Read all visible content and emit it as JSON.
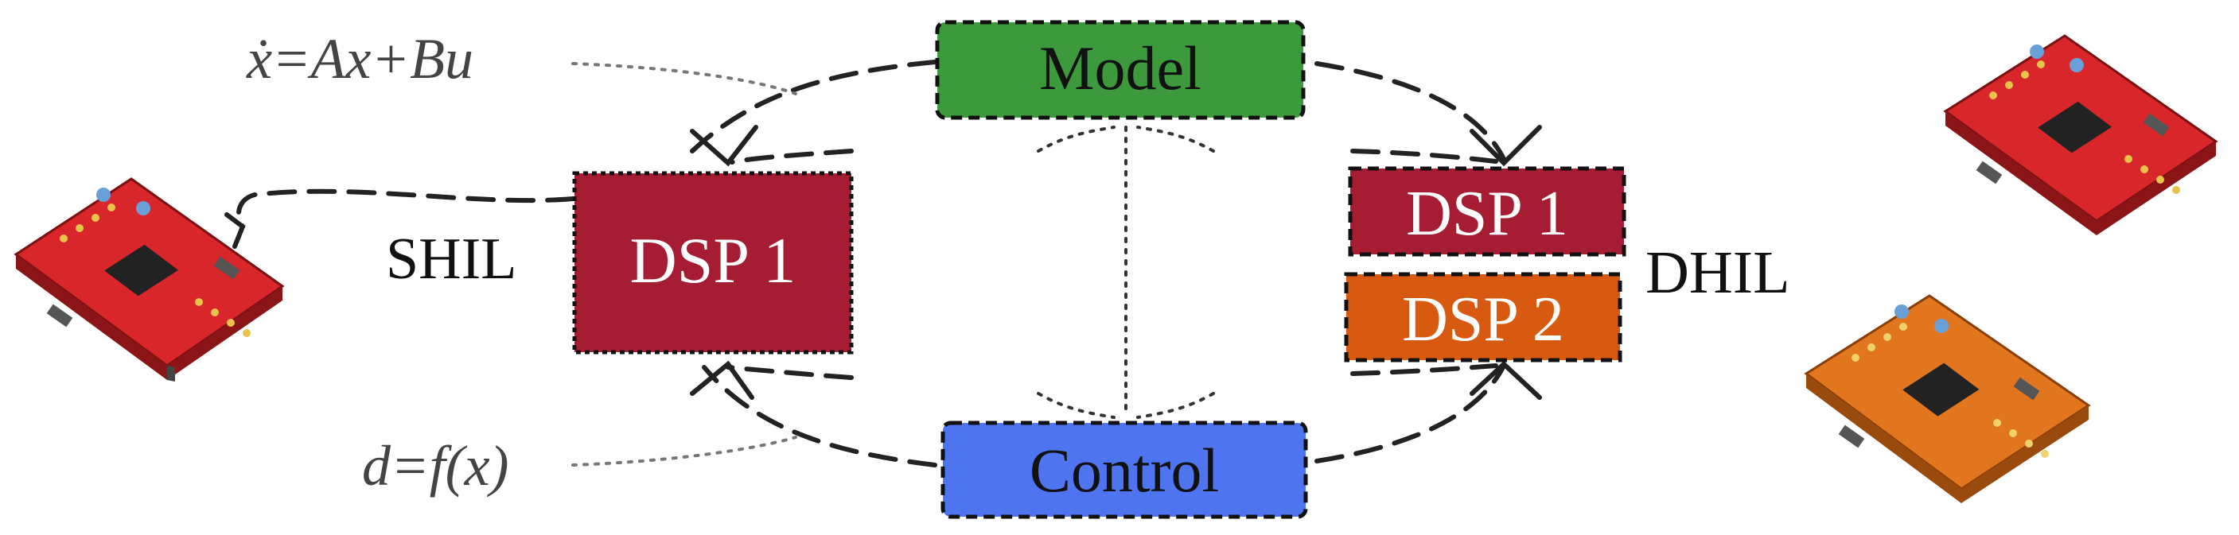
{
  "equations": {
    "state": "ẋ=Ax+Bu",
    "disturbance": "d=f(x)"
  },
  "blocks": {
    "model": "Model",
    "control": "Control",
    "shil_dsp": "DSP 1",
    "dhil_dsp1": "DSP 1",
    "dhil_dsp2": "DSP 2"
  },
  "labels": {
    "shil": "SHIL",
    "dhil": "DHIL"
  },
  "colors": {
    "model": "#3c9a3c",
    "control": "#4f74f0",
    "dsp1": "#a51c33",
    "dsp2": "#d85a10",
    "board_red": "#d8262a",
    "board_orange": "#e2761e"
  },
  "icons": {
    "board_left": "dev-board-red-icon",
    "board_right_top": "dev-board-red-icon",
    "board_right_bottom": "dev-board-orange-icon"
  }
}
